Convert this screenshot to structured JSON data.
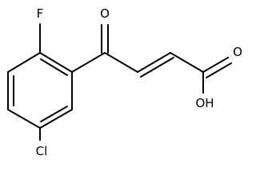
{
  "molecule": {
    "atoms": {
      "fluorine": "F",
      "ketone_oxygen": "O",
      "acid_carbonyl_oxygen": "O",
      "hydroxyl": "OH",
      "chlorine": "Cl"
    }
  },
  "colors": {
    "bond": "#000000",
    "label": "#000000",
    "background": "#ffffff"
  }
}
